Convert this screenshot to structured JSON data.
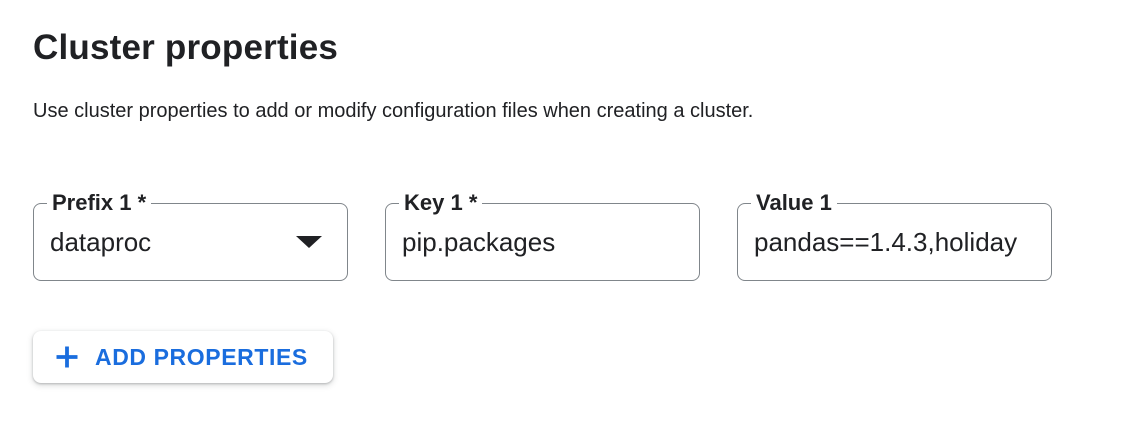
{
  "page": {
    "title": "Cluster properties",
    "description": "Use cluster properties to add or modify configuration files when creating a cluster."
  },
  "properties_form": {
    "row_index": 1,
    "prefix_field": {
      "label": "Prefix 1 *",
      "value": "dataproc",
      "required": true,
      "icon": "dropdown-caret-icon"
    },
    "key_field": {
      "label": "Key 1 *",
      "value": "pip.packages",
      "required": true
    },
    "value_field": {
      "label": "Value 1",
      "value": "pandas==1.4.3,holiday",
      "required": false
    },
    "add_button": {
      "label": "ADD PROPERTIES",
      "icon": "plus-icon"
    }
  },
  "colors": {
    "accent_blue": "#1a6dde",
    "border_gray": "#80868b",
    "text_primary": "#202124",
    "background": "#ffffff"
  }
}
